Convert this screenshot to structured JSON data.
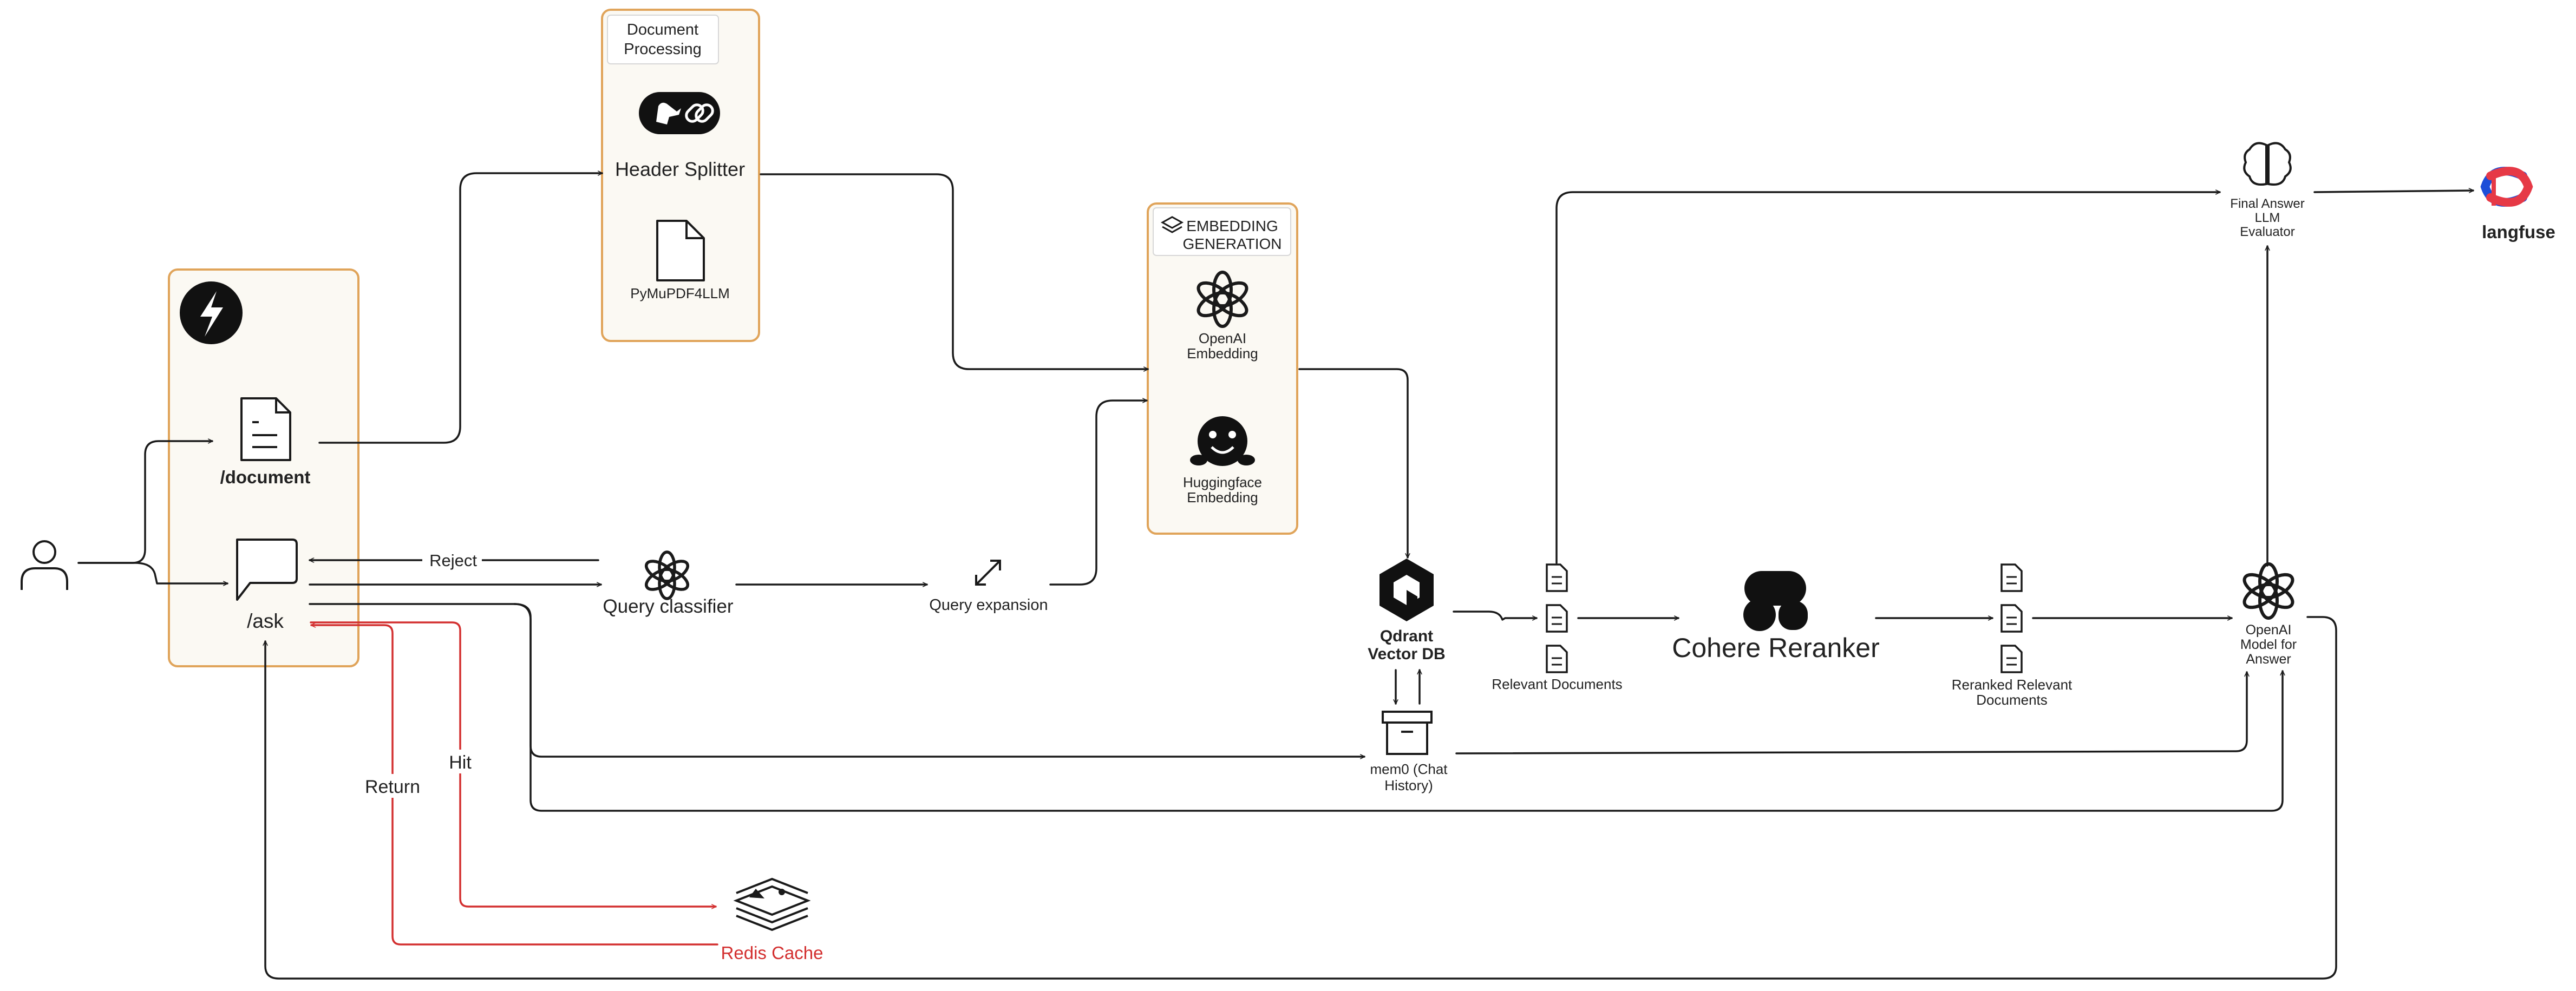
{
  "groups": {
    "api": {},
    "document_processing": {
      "title_line1": "Document",
      "title_line2": "Processing"
    },
    "embedding_generation": {
      "title_line1": "EMBEDDING",
      "title_line2": "GENERATION"
    }
  },
  "nodes": {
    "document_endpoint": "/document",
    "ask_endpoint": "/ask",
    "header_splitter": "Header Splitter",
    "pymupdf": "PyMuPDF4LLM",
    "openai_embedding_line1": "OpenAI",
    "openai_embedding_line2": "Embedding",
    "hf_embedding_line1": "Huggingface",
    "hf_embedding_line2": "Embedding",
    "query_classifier": "Query classifier",
    "query_expansion": "Query expansion",
    "qdrant_line1": "Qdrant",
    "qdrant_line2": "Vector DB",
    "mem0_line1": "mem0 (Chat",
    "mem0_line2": "History)",
    "relevant_documents": "Relevant Documents",
    "cohere_reranker": "Cohere Reranker",
    "reranked_line1": "Reranked Relevant",
    "reranked_line2": "Documents",
    "openai_model_line1": "OpenAI",
    "openai_model_line2": "Model for",
    "openai_model_line3": "Answer",
    "final_line1": "Final Answer",
    "final_line2": "LLM",
    "final_line3": "Evaluator",
    "langfuse": "langfuse",
    "redis_cache": "Redis Cache"
  },
  "edge_labels": {
    "reject": "Reject",
    "hit": "Hit",
    "return": "Return"
  },
  "icons": [
    "user-icon",
    "bolt-icon",
    "document-icon",
    "chat-bubble-icon",
    "langchain-icon",
    "file-icon",
    "layers-icon",
    "openai-icon",
    "huggingface-icon",
    "expand-icon",
    "qdrant-icon",
    "archive-icon",
    "cohere-icon",
    "brain-icon",
    "langfuse-icon",
    "redis-icon"
  ],
  "colors": {
    "group_border": "#e0a45a",
    "group_fill": "#fbf9f3",
    "edge": "#1a1a1a",
    "cache_edge": "#d32f2f",
    "redis_text": "#d32f2f",
    "langfuse_red": "#e63946",
    "langfuse_blue": "#1d4ed8"
  }
}
